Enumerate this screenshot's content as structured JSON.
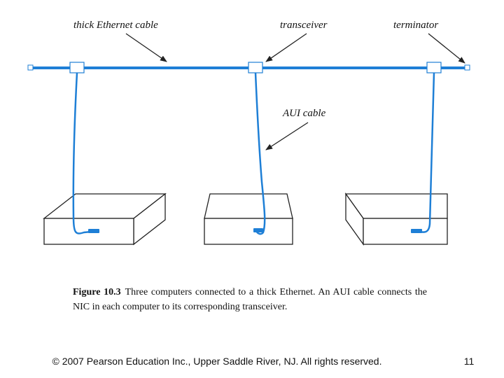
{
  "labels": {
    "thick_cable": "thick Ethernet cable",
    "transceiver": "transceiver",
    "terminator": "terminator",
    "aui_cable": "AUI cable"
  },
  "caption": {
    "figure_number": "Figure 10.3",
    "text": "Three computers connected to a thick Ethernet. An AUI cable connects the NIC in each computer to its corresponding transceiver."
  },
  "footer": {
    "copyright": "© 2007 Pearson Education Inc., Upper Saddle River, NJ. All rights reserved.",
    "page_number": "11"
  },
  "colors": {
    "cable": "#1e7fd6",
    "box_stroke": "#222222"
  }
}
